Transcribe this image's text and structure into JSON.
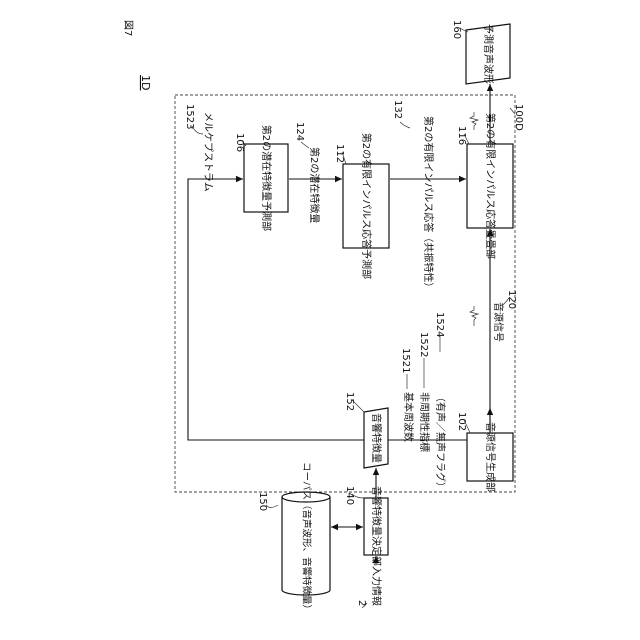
{
  "figure_label": "図7",
  "device_label": "1D",
  "dashed_frame_label": "100D",
  "corpus": {
    "ref": "150",
    "text": "コーパス（音声波形、音響特徴量）"
  },
  "input": {
    "ref": "2",
    "text": "入力情報"
  },
  "blocks": {
    "acoustic_determiner": {
      "ref": "140",
      "text": "音響特徴量決定部"
    },
    "acoustic_feature": {
      "ref": "152",
      "text": "音響特徴量"
    },
    "source_generator": {
      "ref": "102",
      "text": "音源信号生成部"
    },
    "latent_predictor": {
      "ref": "106",
      "text": "第2の潜在特徴量予測部"
    },
    "fir_predictor": {
      "ref": "112",
      "text": "第2の有限インパルス応答予測部"
    },
    "fir_convolver": {
      "ref": "116",
      "text": "第2の有限インパルス応答畳畳部"
    },
    "output_wave": {
      "ref": "160",
      "text": "予測音声波形"
    }
  },
  "signals": {
    "mel_cepstrum": {
      "ref": "1523",
      "text": "メルケプストラム"
    },
    "f0": {
      "ref": "1521",
      "text": "基本周波数"
    },
    "aperiodicity": {
      "ref": "1522",
      "text": "非周期性指標"
    },
    "voiced_flag": {
      "ref": "1524",
      "text": "（有声／無声フラグ）"
    },
    "latent_feature": {
      "ref": "124",
      "text": "第2の潜在特徴量"
    },
    "fir_response": {
      "ref": "132",
      "text": "第2の有限インパルス応答（共振特性）"
    },
    "source_signal": {
      "ref": "120",
      "text": "音源信号"
    }
  }
}
